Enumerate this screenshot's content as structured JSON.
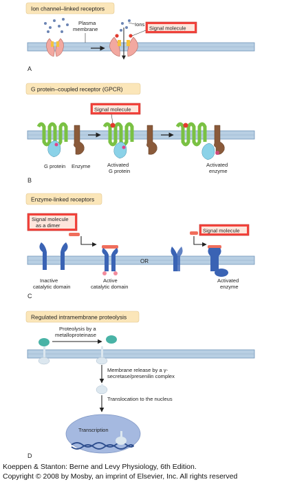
{
  "colors": {
    "panel_label_bg": "#fbe6b9",
    "membrane_fill": "#b8cfe3",
    "membrane_stroke": "#6f93b9",
    "signal_box_fill": "#f4433c",
    "signal_box_inner": "#fde6dc",
    "gpcr_green": "#7ac143",
    "g_protein_blue": "#8bd2e8",
    "enzyme_brown": "#8a5a3a",
    "receptor_blue": "#3a63b4",
    "nucleus_blue": "#a5b9e0",
    "ion_dot": "#6c85b4",
    "cleaved_teal": "#49b3a6"
  },
  "panel_a": {
    "letter": "A",
    "title": "Ion channel–linked receptors",
    "plasma_membrane": "Plasma membrane",
    "ions": "Ions",
    "signal": "Signal molecule"
  },
  "panel_b": {
    "letter": "B",
    "title": "G protein–coupled receptor (GPCR)",
    "signal": "Signal molecule",
    "g_protein": "G protein",
    "enzyme": "Enzyme",
    "activated_g": "Activated G protein",
    "activated_enzyme": "Activated enzyme"
  },
  "panel_c": {
    "letter": "C",
    "title": "Enzyme-linked receptors",
    "signal_dimer": "Signal molecule as a dimer",
    "signal": "Signal molecule",
    "or": "OR",
    "inactive": "Inactive catalytic domain",
    "active": "Active catalytic domain",
    "activated_enzyme": "Activated enzyme"
  },
  "panel_d": {
    "letter": "D",
    "title": "Regulated intramembrane proteolysis",
    "proteolysis": "Proteolysis by a metalloproteinase",
    "release": "Membrane release by a γ-secretase/presenilin complex",
    "translocation": "Translocation to the nucleus",
    "transcription": "Transcription"
  },
  "footer": {
    "line1": "Koeppen & Stanton: Berne and Levy Physiology, 6th Edition.",
    "line2": "Copyright © 2008 by Mosby, an imprint of Elsevier, Inc. All rights reserved"
  }
}
